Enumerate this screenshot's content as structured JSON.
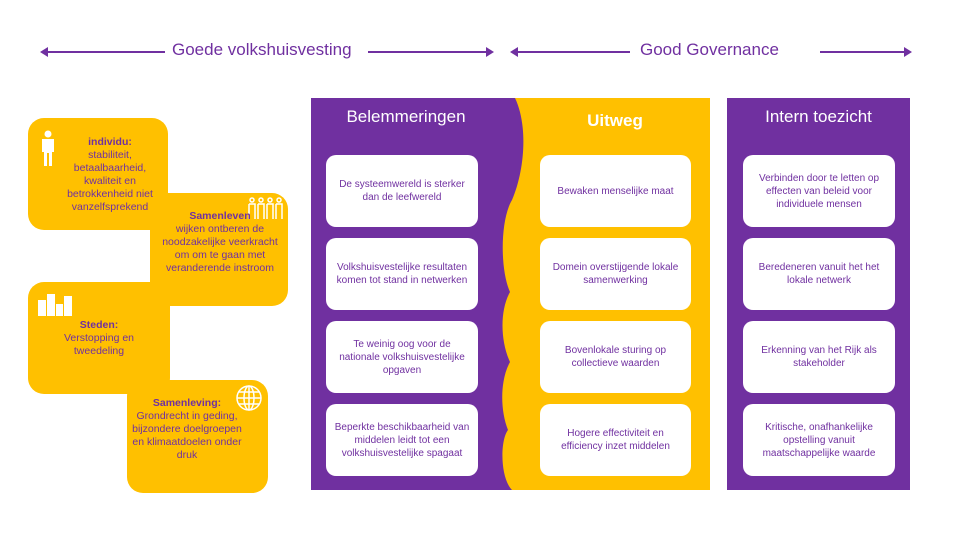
{
  "header": {
    "left": "Goede volkshuisvesting",
    "right": "Good Governance"
  },
  "left_blocks": [
    {
      "title": "individu:",
      "text": "stabiliteit, betaalbaarheid, kwaliteit en betrokkenheid niet vanzelfsprekend",
      "icon": "person-icon"
    },
    {
      "title": "Samenleven",
      "text": "wijken ontberen de noodzakelijke veerkracht om om te gaan met veranderende instroom",
      "icon": "people-icon"
    },
    {
      "title": "Steden:",
      "text": "Verstopping en tweedeling",
      "icon": "buildings-icon"
    },
    {
      "title": "Samenleving:",
      "text": "Grondrecht in geding, bijzondere doelgroepen  en klimaatdoelen onder druk",
      "icon": "globe-icon"
    }
  ],
  "columns": [
    {
      "title": "Belemmeringen",
      "items": [
        "De systeemwereld is sterker dan  de leefwereld",
        "Volkshuisvestelijke resultaten komen tot stand in netwerken",
        "Te weinig oog voor de nationale volkshuisvestelijke opgaven",
        "Beperkte beschikbaarheid van middelen leidt tot een volkshuisvestelijke spagaat"
      ]
    },
    {
      "title": "Uitweg",
      "items": [
        "Bewaken menselijke maat",
        "Domein overstijgende lokale samenwerking",
        "Bovenlokale sturing op collectieve waarden",
        "Hogere effectiviteit en efficiency inzet middelen"
      ]
    },
    {
      "title": "Intern toezicht",
      "items": [
        "Verbinden door te letten op effecten van beleid voor individuele mensen",
        "Beredeneren vanuit het het lokale netwerk",
        "Erkenning van het Rijk als stakeholder",
        "Kritische, onafhankelijke opstelling vanuit maatschappelijke waarde"
      ]
    }
  ],
  "colors": {
    "purple": "#7030A0",
    "yellow": "#FFC000"
  }
}
